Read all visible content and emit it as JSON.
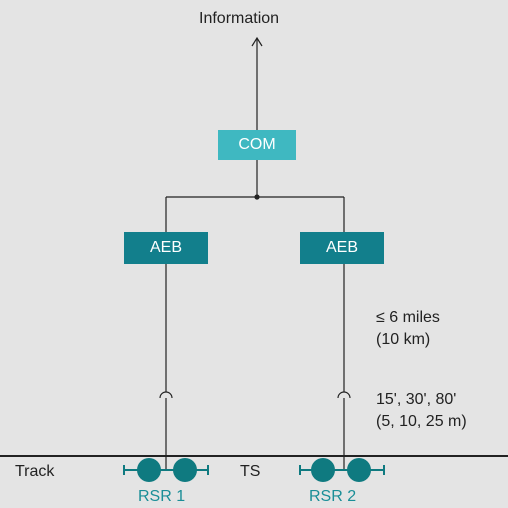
{
  "diagram": {
    "top_label": "Information",
    "com_box": "COM",
    "aeb_left": "AEB",
    "aeb_right": "AEB",
    "distance_label_1": "≤ 6 miles",
    "distance_label_2": "(10 km)",
    "spacing_label_1": "15', 30', 80'",
    "spacing_label_2": "(5, 10, 25 m)",
    "track_label": "Track",
    "ts_label": "TS",
    "rsr_left_label": "RSR 1",
    "rsr_right_label": "RSR 2"
  },
  "colors": {
    "background": "#e4e4e4",
    "com": "#3fb8c1",
    "aeb": "#127f8c",
    "sensor": "#0f7a80",
    "rsr_text": "#1a8e97",
    "line": "#222222"
  },
  "icons": {
    "arrow": "arrow-up-icon",
    "junction": "junction-dot-icon",
    "break": "line-crossing-icon",
    "sensor": "rail-sensor-icon"
  }
}
